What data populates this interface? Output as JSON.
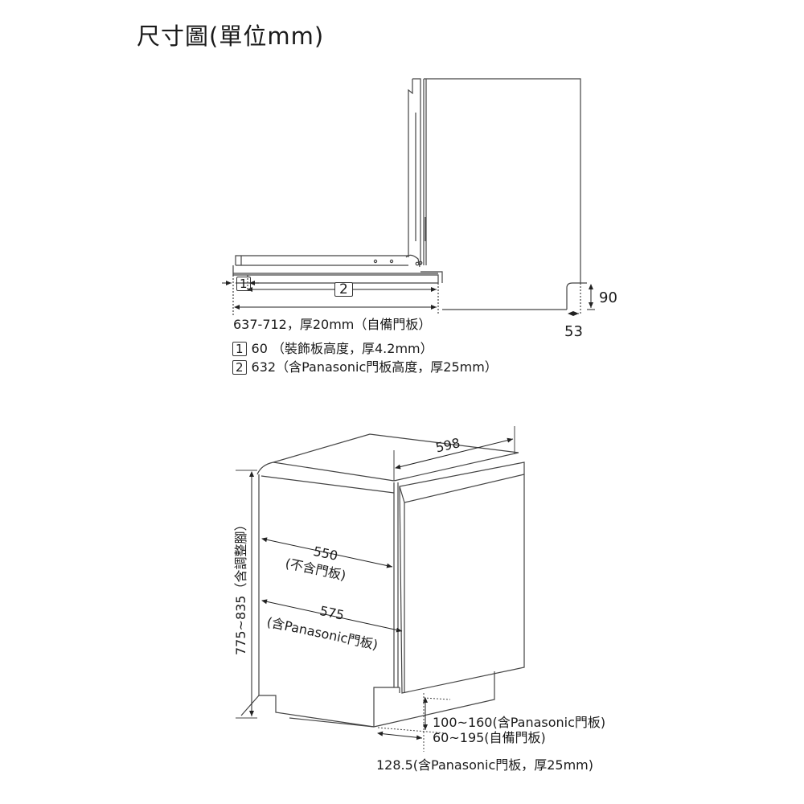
{
  "title": "尺寸圖(單位mm)",
  "side_view": {
    "marker_1": "1",
    "marker_2": "2",
    "overall_width_label": "637-712，厚20mm（自備門板）",
    "toe_kick_height": "90",
    "toe_kick_depth": "53",
    "legend": [
      {
        "marker": "1",
        "text": "60 （裝飾板高度，厚4.2mm）"
      },
      {
        "marker": "2",
        "text": "632（含Panasonic門板高度，厚25mm）"
      }
    ]
  },
  "iso_view": {
    "width_label": "598",
    "depth_no_door_value": "550",
    "depth_no_door_note": "(不含門板)",
    "depth_with_door_value": "575",
    "depth_with_door_note": "(含Panasonic門板)",
    "height_label": "775~835（含調整腳）",
    "bottom_gap_panasonic": "100~160(含Panasonic門板)",
    "bottom_gap_custom": "60~195(自備門板)",
    "door_offset_label": "128.5(含Panasonic門板，厚25mm)"
  },
  "colors": {
    "line": "#333333",
    "text": "#1a1a1a",
    "background": "#ffffff"
  }
}
